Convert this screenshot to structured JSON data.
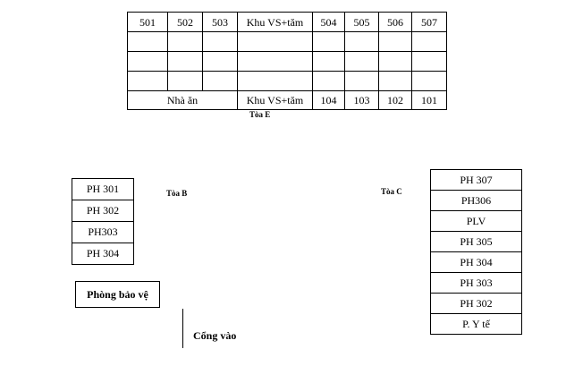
{
  "building_e": {
    "label": "Tòa E",
    "header_row": [
      "501",
      "502",
      "503",
      "Khu VS+tăm",
      "504",
      "505",
      "506",
      "507"
    ],
    "footer": {
      "dining": "Nhà ăn",
      "restroom": "Khu VS+tăm",
      "rooms": [
        "104",
        "103",
        "102",
        "101"
      ]
    }
  },
  "building_b": {
    "label": "Tòa B",
    "rooms": [
      "PH 301",
      "PH 302",
      "PH303",
      "PH 304"
    ]
  },
  "building_c": {
    "label": "Tòa C",
    "rooms": [
      "PH 307",
      "PH306",
      "PLV",
      "PH 305",
      "PH 304",
      "PH 303",
      "PH 302",
      "P. Y tế"
    ]
  },
  "guard_room": "Phòng bảo vệ",
  "entrance": "Cổng vào"
}
